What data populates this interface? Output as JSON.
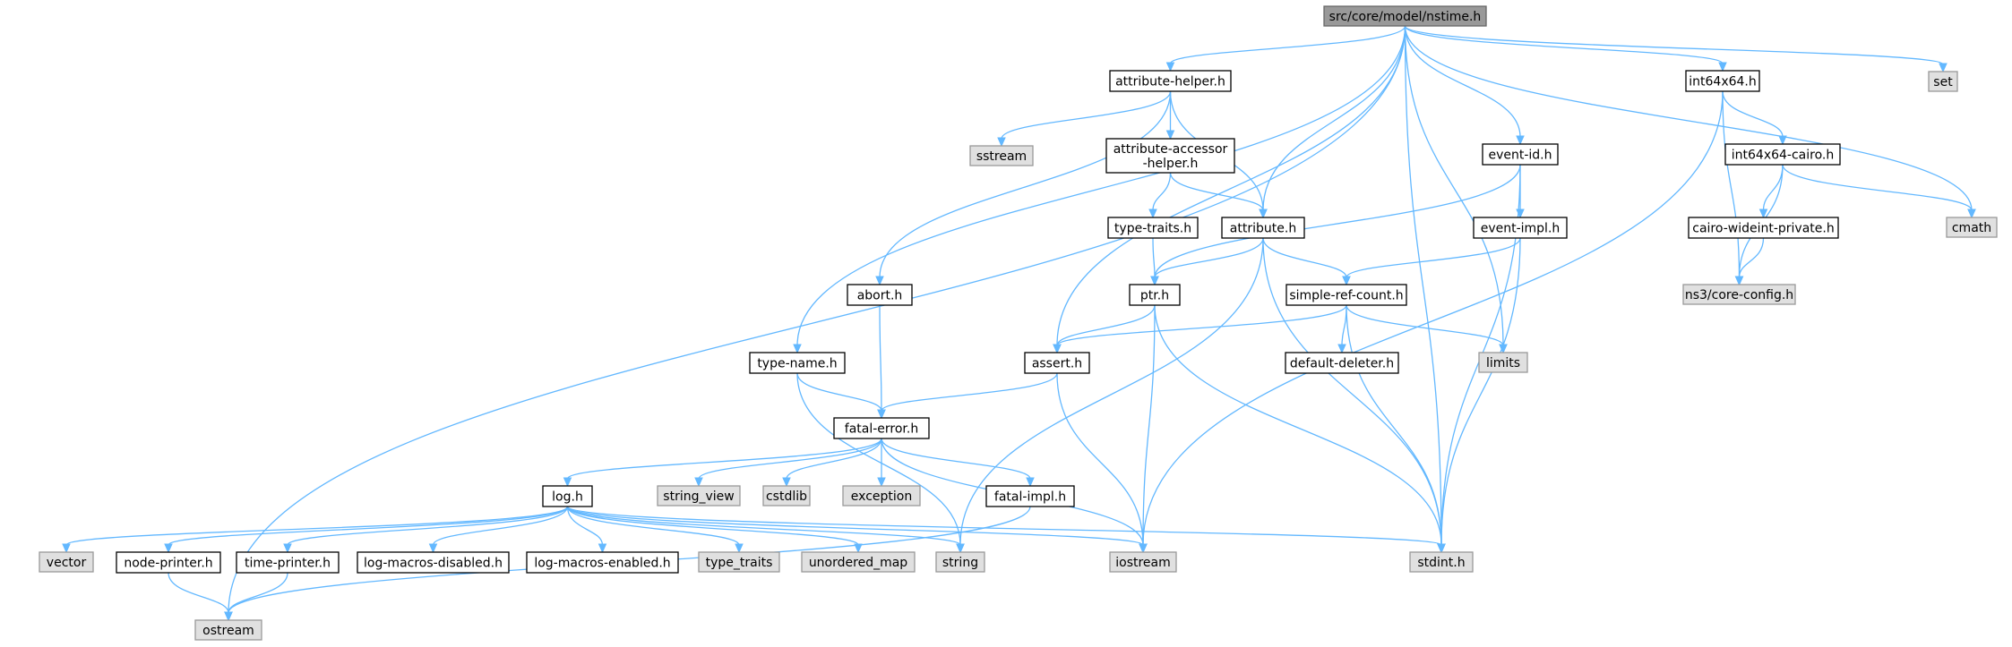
{
  "colors": {
    "edge": "#63b8ff",
    "root_fill": "#999999",
    "project_fill": "#ffffff",
    "external_fill": "#e0e0e0",
    "root_border": "#666666",
    "project_border": "#000000",
    "external_border": "#999999",
    "text": "#000000"
  },
  "nodes": [
    {
      "id": "root",
      "label": [
        "src/core/model/nstime.h"
      ],
      "kind": "root"
    },
    {
      "id": "attribute_helper",
      "label": [
        "attribute-helper.h"
      ],
      "kind": "project"
    },
    {
      "id": "int64x64",
      "label": [
        "int64x64.h"
      ],
      "kind": "project"
    },
    {
      "id": "set",
      "label": [
        "set"
      ],
      "kind": "external"
    },
    {
      "id": "sstream",
      "label": [
        "sstream"
      ],
      "kind": "external"
    },
    {
      "id": "attribute_accessor_helper",
      "label": [
        "attribute-accessor",
        "-helper.h"
      ],
      "kind": "project"
    },
    {
      "id": "event_id",
      "label": [
        "event-id.h"
      ],
      "kind": "project"
    },
    {
      "id": "int64x64_cairo",
      "label": [
        "int64x64-cairo.h"
      ],
      "kind": "project"
    },
    {
      "id": "type_traits_h",
      "label": [
        "type-traits.h"
      ],
      "kind": "project"
    },
    {
      "id": "attribute_h",
      "label": [
        "attribute.h"
      ],
      "kind": "project"
    },
    {
      "id": "event_impl",
      "label": [
        "event-impl.h"
      ],
      "kind": "project"
    },
    {
      "id": "cairo_wideint",
      "label": [
        "cairo-wideint-private.h"
      ],
      "kind": "project"
    },
    {
      "id": "cmath",
      "label": [
        "cmath"
      ],
      "kind": "external"
    },
    {
      "id": "abort_h",
      "label": [
        "abort.h"
      ],
      "kind": "project"
    },
    {
      "id": "ptr_h",
      "label": [
        "ptr.h"
      ],
      "kind": "project"
    },
    {
      "id": "simple_ref_count",
      "label": [
        "simple-ref-count.h"
      ],
      "kind": "project"
    },
    {
      "id": "ns3_core_config",
      "label": [
        "ns3/core-config.h"
      ],
      "kind": "external"
    },
    {
      "id": "type_name",
      "label": [
        "type-name.h"
      ],
      "kind": "project"
    },
    {
      "id": "assert_h",
      "label": [
        "assert.h"
      ],
      "kind": "project"
    },
    {
      "id": "default_deleter",
      "label": [
        "default-deleter.h"
      ],
      "kind": "project"
    },
    {
      "id": "limits",
      "label": [
        "limits"
      ],
      "kind": "external"
    },
    {
      "id": "fatal_error",
      "label": [
        "fatal-error.h"
      ],
      "kind": "project"
    },
    {
      "id": "log_h",
      "label": [
        "log.h"
      ],
      "kind": "project"
    },
    {
      "id": "string_view",
      "label": [
        "string_view"
      ],
      "kind": "external"
    },
    {
      "id": "cstdlib",
      "label": [
        "cstdlib"
      ],
      "kind": "external"
    },
    {
      "id": "exception",
      "label": [
        "exception"
      ],
      "kind": "external"
    },
    {
      "id": "fatal_impl",
      "label": [
        "fatal-impl.h"
      ],
      "kind": "project"
    },
    {
      "id": "vector",
      "label": [
        "vector"
      ],
      "kind": "external"
    },
    {
      "id": "node_printer",
      "label": [
        "node-printer.h"
      ],
      "kind": "project"
    },
    {
      "id": "time_printer",
      "label": [
        "time-printer.h"
      ],
      "kind": "project"
    },
    {
      "id": "log_macros_disabled",
      "label": [
        "log-macros-disabled.h"
      ],
      "kind": "project"
    },
    {
      "id": "log_macros_enabled",
      "label": [
        "log-macros-enabled.h"
      ],
      "kind": "project"
    },
    {
      "id": "type_traits",
      "label": [
        "type_traits"
      ],
      "kind": "external"
    },
    {
      "id": "unordered_map",
      "label": [
        "unordered_map"
      ],
      "kind": "external"
    },
    {
      "id": "string",
      "label": [
        "string"
      ],
      "kind": "external"
    },
    {
      "id": "iostream",
      "label": [
        "iostream"
      ],
      "kind": "external"
    },
    {
      "id": "stdint",
      "label": [
        "stdint.h"
      ],
      "kind": "external"
    },
    {
      "id": "ostream",
      "label": [
        "ostream"
      ],
      "kind": "external"
    }
  ],
  "edges": [
    [
      "root",
      "attribute_helper"
    ],
    [
      "root",
      "int64x64"
    ],
    [
      "root",
      "set"
    ],
    [
      "root",
      "cmath"
    ],
    [
      "root",
      "event_id"
    ],
    [
      "root",
      "limits"
    ],
    [
      "root",
      "stdint"
    ],
    [
      "root",
      "attribute_h"
    ],
    [
      "root",
      "assert_h"
    ],
    [
      "root",
      "type_name"
    ],
    [
      "root",
      "ostream"
    ],
    [
      "attribute_helper",
      "sstream"
    ],
    [
      "attribute_helper",
      "attribute_accessor_helper"
    ],
    [
      "attribute_helper",
      "attribute_h"
    ],
    [
      "attribute_helper",
      "abort_h"
    ],
    [
      "attribute_accessor_helper",
      "type_traits_h"
    ],
    [
      "attribute_accessor_helper",
      "attribute_h"
    ],
    [
      "type_traits_h",
      "ptr_h"
    ],
    [
      "attribute_h",
      "ptr_h"
    ],
    [
      "attribute_h",
      "simple_ref_count"
    ],
    [
      "attribute_h",
      "string"
    ],
    [
      "attribute_h",
      "stdint"
    ],
    [
      "int64x64",
      "int64x64_cairo"
    ],
    [
      "int64x64",
      "ns3_core_config"
    ],
    [
      "int64x64",
      "iostream"
    ],
    [
      "int64x64_cairo",
      "cairo_wideint"
    ],
    [
      "int64x64_cairo",
      "cmath"
    ],
    [
      "int64x64_cairo",
      "ns3_core_config"
    ],
    [
      "cairo_wideint",
      "ns3_core_config"
    ],
    [
      "event_id",
      "event_impl"
    ],
    [
      "event_id",
      "ptr_h"
    ],
    [
      "event_id",
      "stdint"
    ],
    [
      "event_impl",
      "simple_ref_count"
    ],
    [
      "event_impl",
      "stdint"
    ],
    [
      "ptr_h",
      "assert_h"
    ],
    [
      "ptr_h",
      "iostream"
    ],
    [
      "ptr_h",
      "stdint"
    ],
    [
      "simple_ref_count",
      "assert_h"
    ],
    [
      "simple_ref_count",
      "default_deleter"
    ],
    [
      "simple_ref_count",
      "limits"
    ],
    [
      "simple_ref_count",
      "stdint"
    ],
    [
      "abort_h",
      "fatal_error"
    ],
    [
      "assert_h",
      "fatal_error"
    ],
    [
      "assert_h",
      "iostream"
    ],
    [
      "type_name",
      "fatal_error"
    ],
    [
      "type_name",
      "string"
    ],
    [
      "fatal_error",
      "log_h"
    ],
    [
      "fatal_error",
      "string_view"
    ],
    [
      "fatal_error",
      "cstdlib"
    ],
    [
      "fatal_error",
      "exception"
    ],
    [
      "fatal_error",
      "fatal_impl"
    ],
    [
      "fatal_error",
      "iostream"
    ],
    [
      "fatal_impl",
      "ostream"
    ],
    [
      "log_h",
      "vector"
    ],
    [
      "log_h",
      "node_printer"
    ],
    [
      "log_h",
      "time_printer"
    ],
    [
      "log_h",
      "log_macros_disabled"
    ],
    [
      "log_h",
      "log_macros_enabled"
    ],
    [
      "log_h",
      "type_traits"
    ],
    [
      "log_h",
      "unordered_map"
    ],
    [
      "log_h",
      "string"
    ],
    [
      "log_h",
      "iostream"
    ],
    [
      "log_h",
      "stdint"
    ],
    [
      "node_printer",
      "ostream"
    ],
    [
      "time_printer",
      "ostream"
    ]
  ]
}
